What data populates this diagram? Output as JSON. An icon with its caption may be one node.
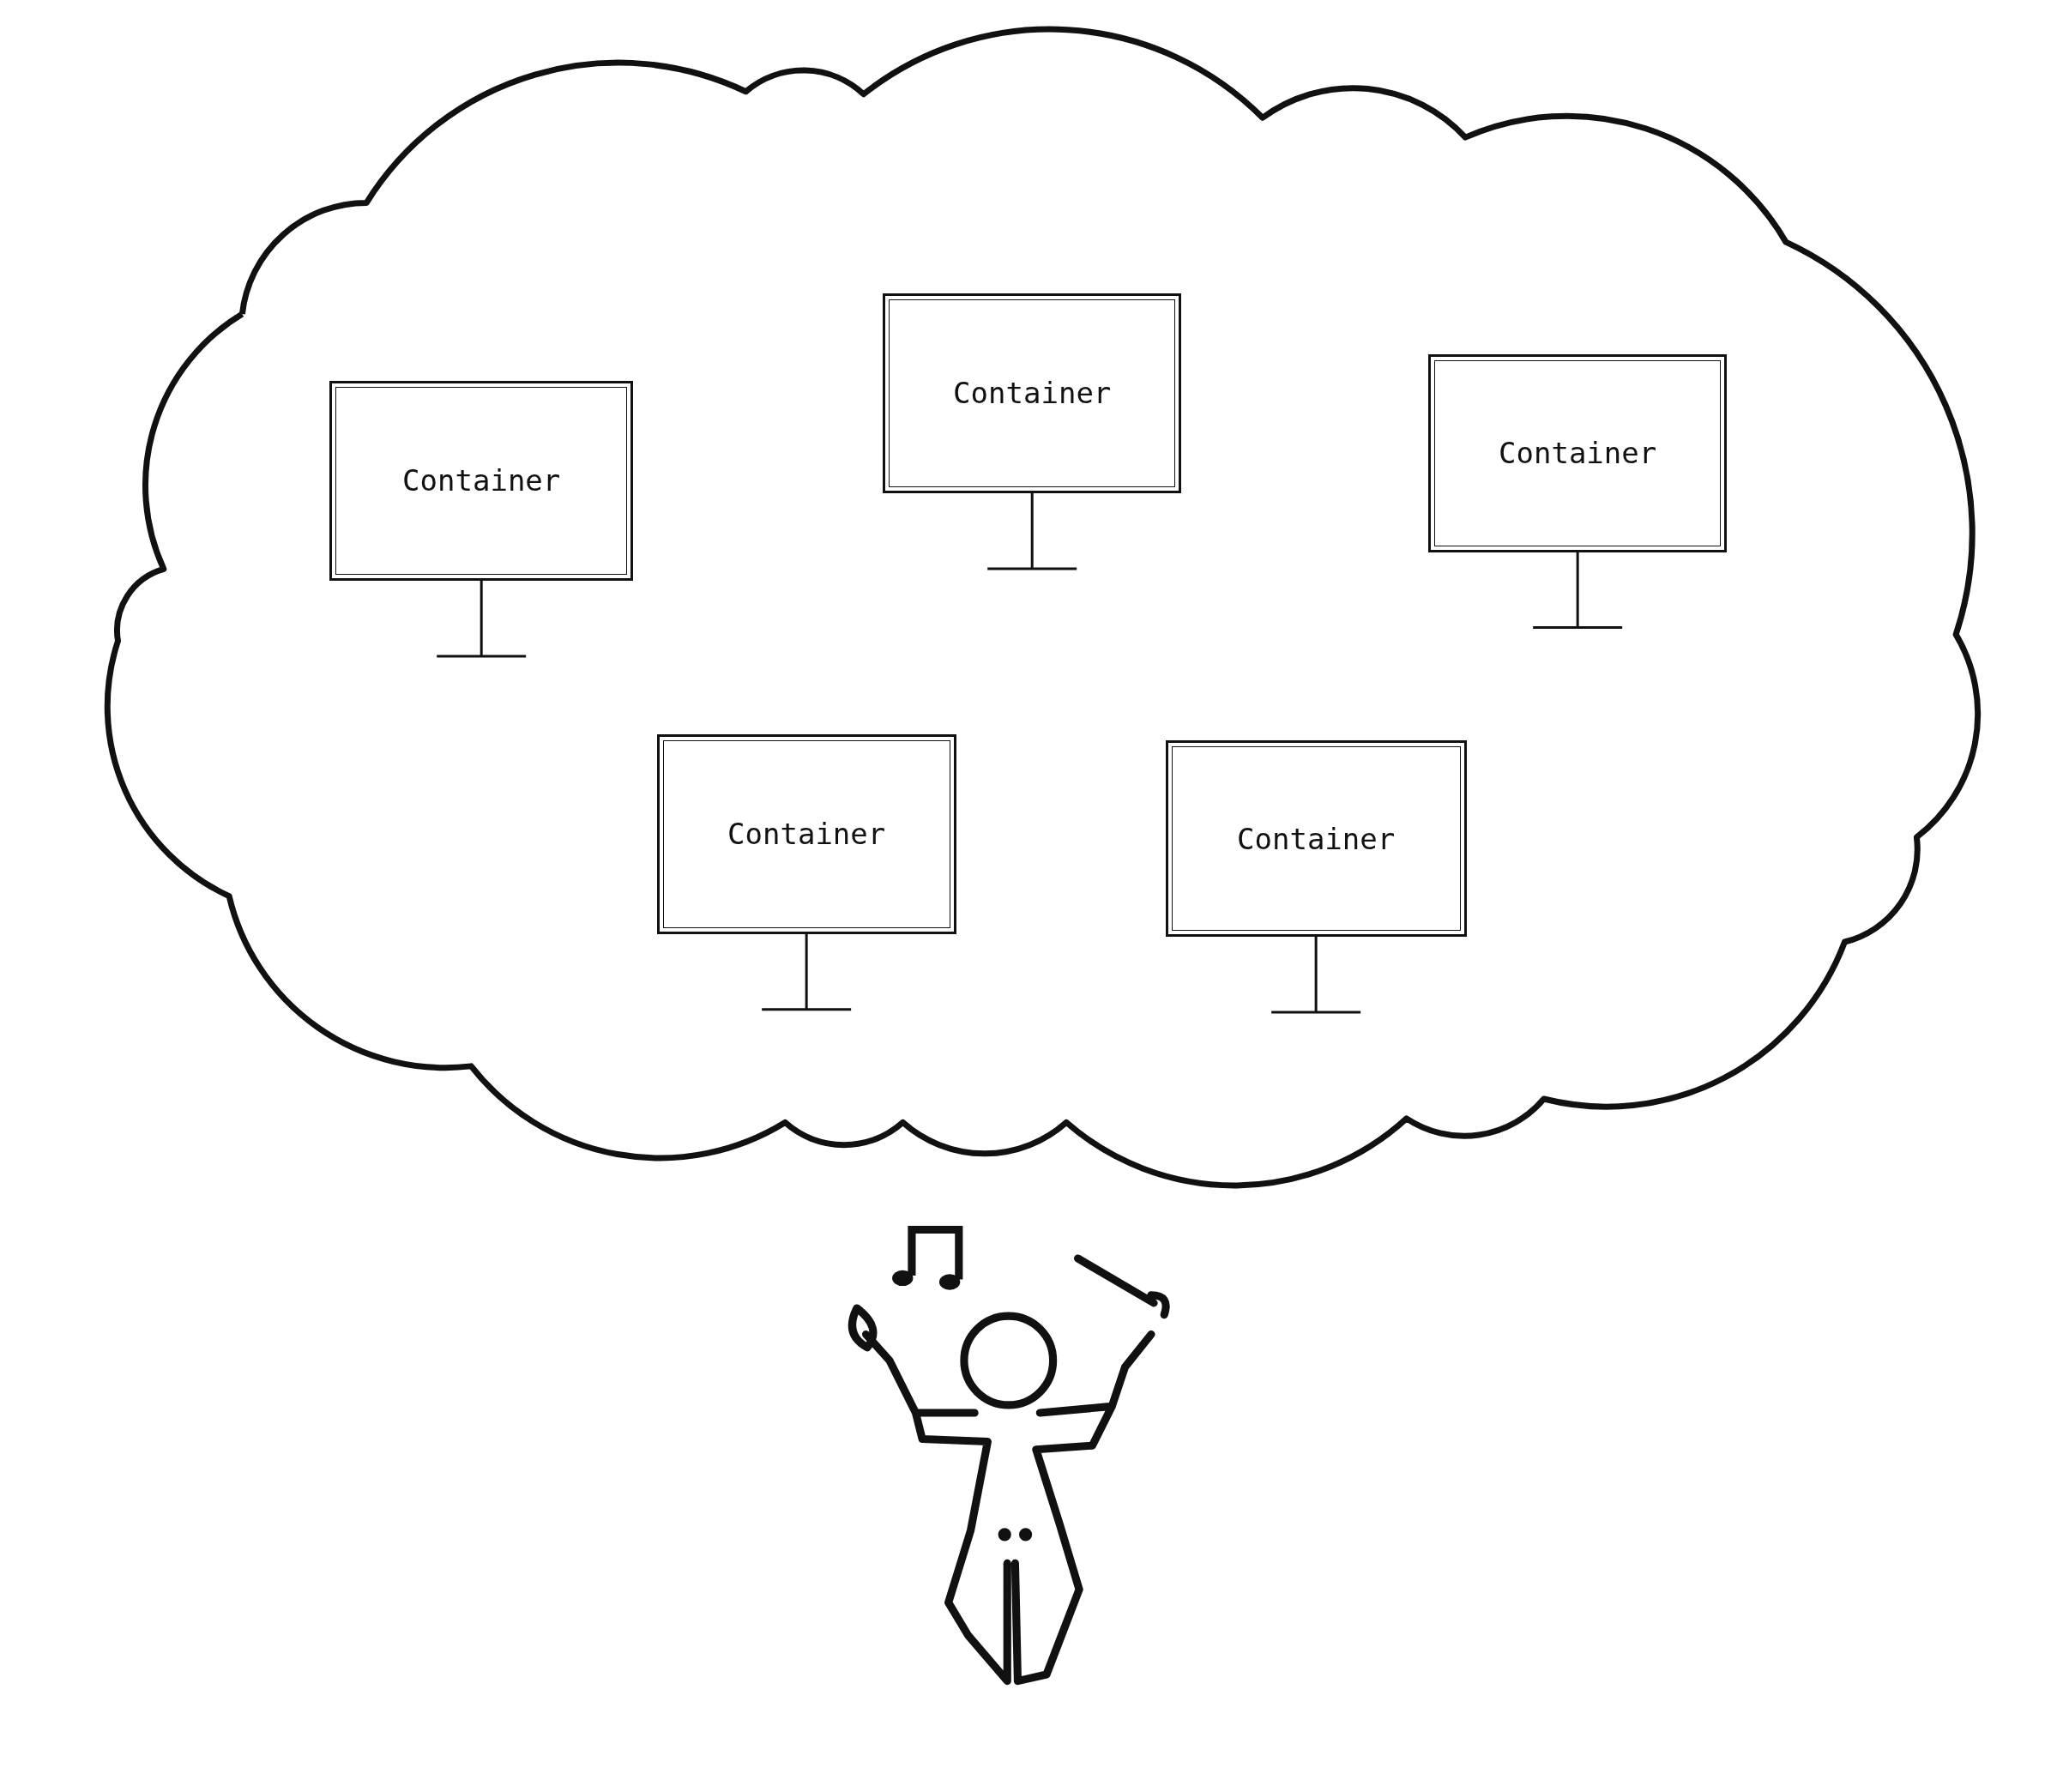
{
  "diagram": {
    "nodes": [
      {
        "text": [],
        "shape": "cloud"
      },
      {
        "text": [
          "Container"
        ],
        "in": 0
      },
      {
        "text": [
          "Container"
        ],
        "in": 0
      },
      {
        "text": [
          "Container"
        ],
        "in": 0
      },
      {
        "text": [
          "Container"
        ],
        "in": 0
      },
      {
        "text": [
          "Container"
        ],
        "in": 0
      }
    ]
  }
}
